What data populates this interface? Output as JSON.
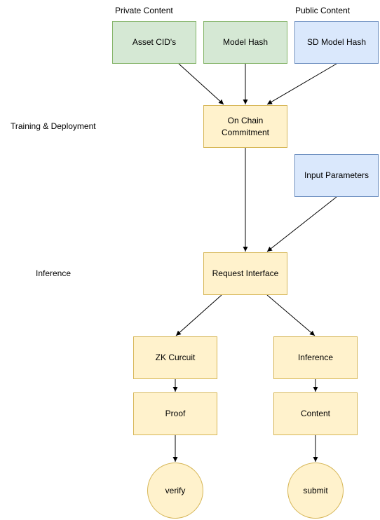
{
  "labels": {
    "private": "Private Content",
    "public": "Public Content",
    "training": "Training & Deployment",
    "inference": "Inference"
  },
  "nodes": {
    "asset_cids": "Asset CID's",
    "model_hash": "Model Hash",
    "sd_model_hash": "SD Model Hash",
    "on_chain_commitment": "On Chain\nCommitment",
    "input_parameters": "Input Parameters",
    "request_interface": "Request Interface",
    "zk_circuit": "ZK Curcuit",
    "inference": "Inference",
    "proof": "Proof",
    "content": "Content",
    "verify": "verify",
    "submit": "submit"
  },
  "colors": {
    "private_fill": "#d5e8d4",
    "public_fill": "#dae8fc",
    "process_fill": "#fff2cc"
  }
}
